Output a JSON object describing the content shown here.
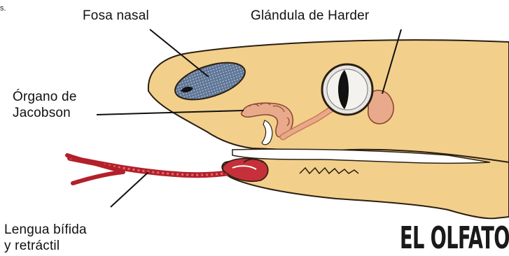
{
  "corner_fragment": "s.",
  "labels": {
    "fosa_nasal": "Fosa nasal",
    "glandula_harder": "Glándula de Harder",
    "organo_jacobson": [
      "Órgano de",
      "Jacobson"
    ],
    "lengua": [
      "Lengua bífida",
      "y retráctil"
    ]
  },
  "brand": "EL OLFATO",
  "colors": {
    "head_fill": "#f3cf8c",
    "head_outline": "#2a1f12",
    "nasal_fill": "#5a6f8a",
    "organ_fill": "#e9a98b",
    "tongue": "#b3202a"
  }
}
